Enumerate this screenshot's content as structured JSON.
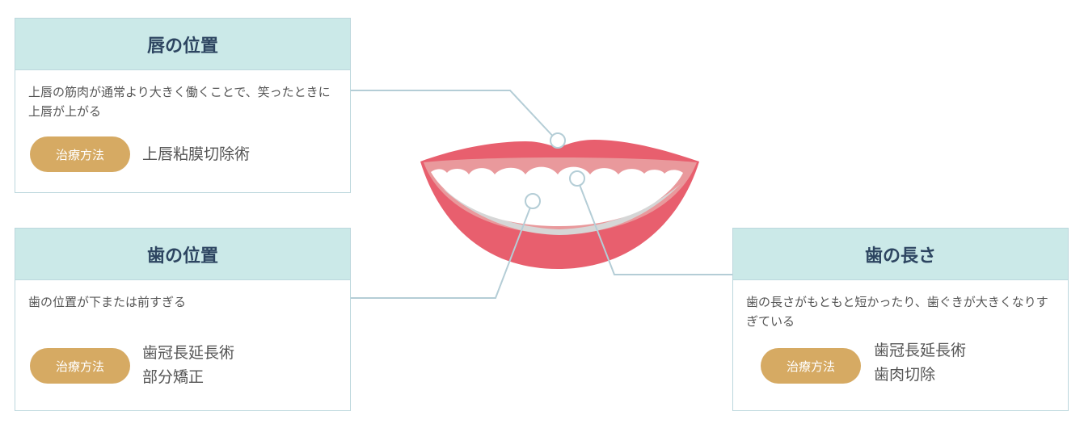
{
  "cards": [
    {
      "title": "唇の位置",
      "description": "上唇の筋肉が通常より大きく働くことで、笑ったときに上唇が上がる",
      "badge": "治療方法",
      "treatments": [
        "上唇粘膜切除術"
      ]
    },
    {
      "title": "歯の位置",
      "description": "歯の位置が下または前すぎる",
      "badge": "治療方法",
      "treatments": [
        "歯冠長延長術",
        "部分矯正"
      ]
    },
    {
      "title": "歯の長さ",
      "description": "歯の長さがもともと短かったり、歯ぐきが大きくなりすぎている",
      "badge": "治療方法",
      "treatments": [
        "歯冠長延長術",
        "歯肉切除"
      ]
    }
  ],
  "colors": {
    "header_bg": "#cbe9e8",
    "border": "#bcd7dd",
    "title_text": "#2d4561",
    "badge_bg": "#d6aa63",
    "lip": "#e85f6e",
    "gum": "#e9999c",
    "teeth": "#ffffff",
    "connector": "#b4cdd6"
  },
  "icons": [
    "smile-mouth-illustration"
  ]
}
